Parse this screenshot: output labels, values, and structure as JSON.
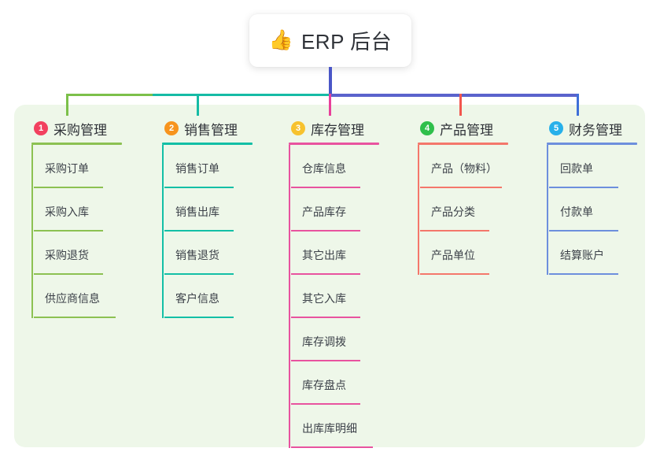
{
  "root": {
    "icon": "thumbs-up-icon",
    "icon_glyph": "👍",
    "title": "ERP 后台"
  },
  "panel": {
    "background_color": "#eef7e9"
  },
  "connectors": {
    "trunk_color": "#4a56c7",
    "bus_left_color": "#7cc04a",
    "bus_mid_color": "#16bba5",
    "bus_right_color": "#5a63cc",
    "drops": [
      "#7cc04a",
      "#16bba5",
      "#e8409a",
      "#f2564e",
      "#3f6fd8"
    ]
  },
  "columns": [
    {
      "index": "1",
      "title": "采购管理",
      "badge_color": "#f2415f",
      "line_color": "#8cc152",
      "items": [
        {
          "label": "采购订单"
        },
        {
          "label": "采购入库"
        },
        {
          "label": "采购退货"
        },
        {
          "label": "供应商信息"
        }
      ]
    },
    {
      "index": "2",
      "title": "销售管理",
      "badge_color": "#f7941e",
      "line_color": "#13bfa6",
      "items": [
        {
          "label": "销售订单"
        },
        {
          "label": "销售出库"
        },
        {
          "label": "销售退货"
        },
        {
          "label": "客户信息"
        }
      ]
    },
    {
      "index": "3",
      "title": "库存管理",
      "badge_color": "#f7c22e",
      "line_color": "#e8539f",
      "items": [
        {
          "label": "仓库信息"
        },
        {
          "label": "产品库存"
        },
        {
          "label": "其它出库"
        },
        {
          "label": "其它入库"
        },
        {
          "label": "库存调拨"
        },
        {
          "label": "库存盘点"
        },
        {
          "label": "出库库明细"
        }
      ]
    },
    {
      "index": "4",
      "title": "产品管理",
      "badge_color": "#2fbf4b",
      "line_color": "#f4776b",
      "items": [
        {
          "label": "产品（物料）"
        },
        {
          "label": "产品分类"
        },
        {
          "label": "产品单位"
        }
      ]
    },
    {
      "index": "5",
      "title": "财务管理",
      "badge_color": "#27b0ea",
      "line_color": "#6d8fdd",
      "items": [
        {
          "label": "回款单"
        },
        {
          "label": "付款单"
        },
        {
          "label": "结算账户"
        }
      ]
    }
  ]
}
